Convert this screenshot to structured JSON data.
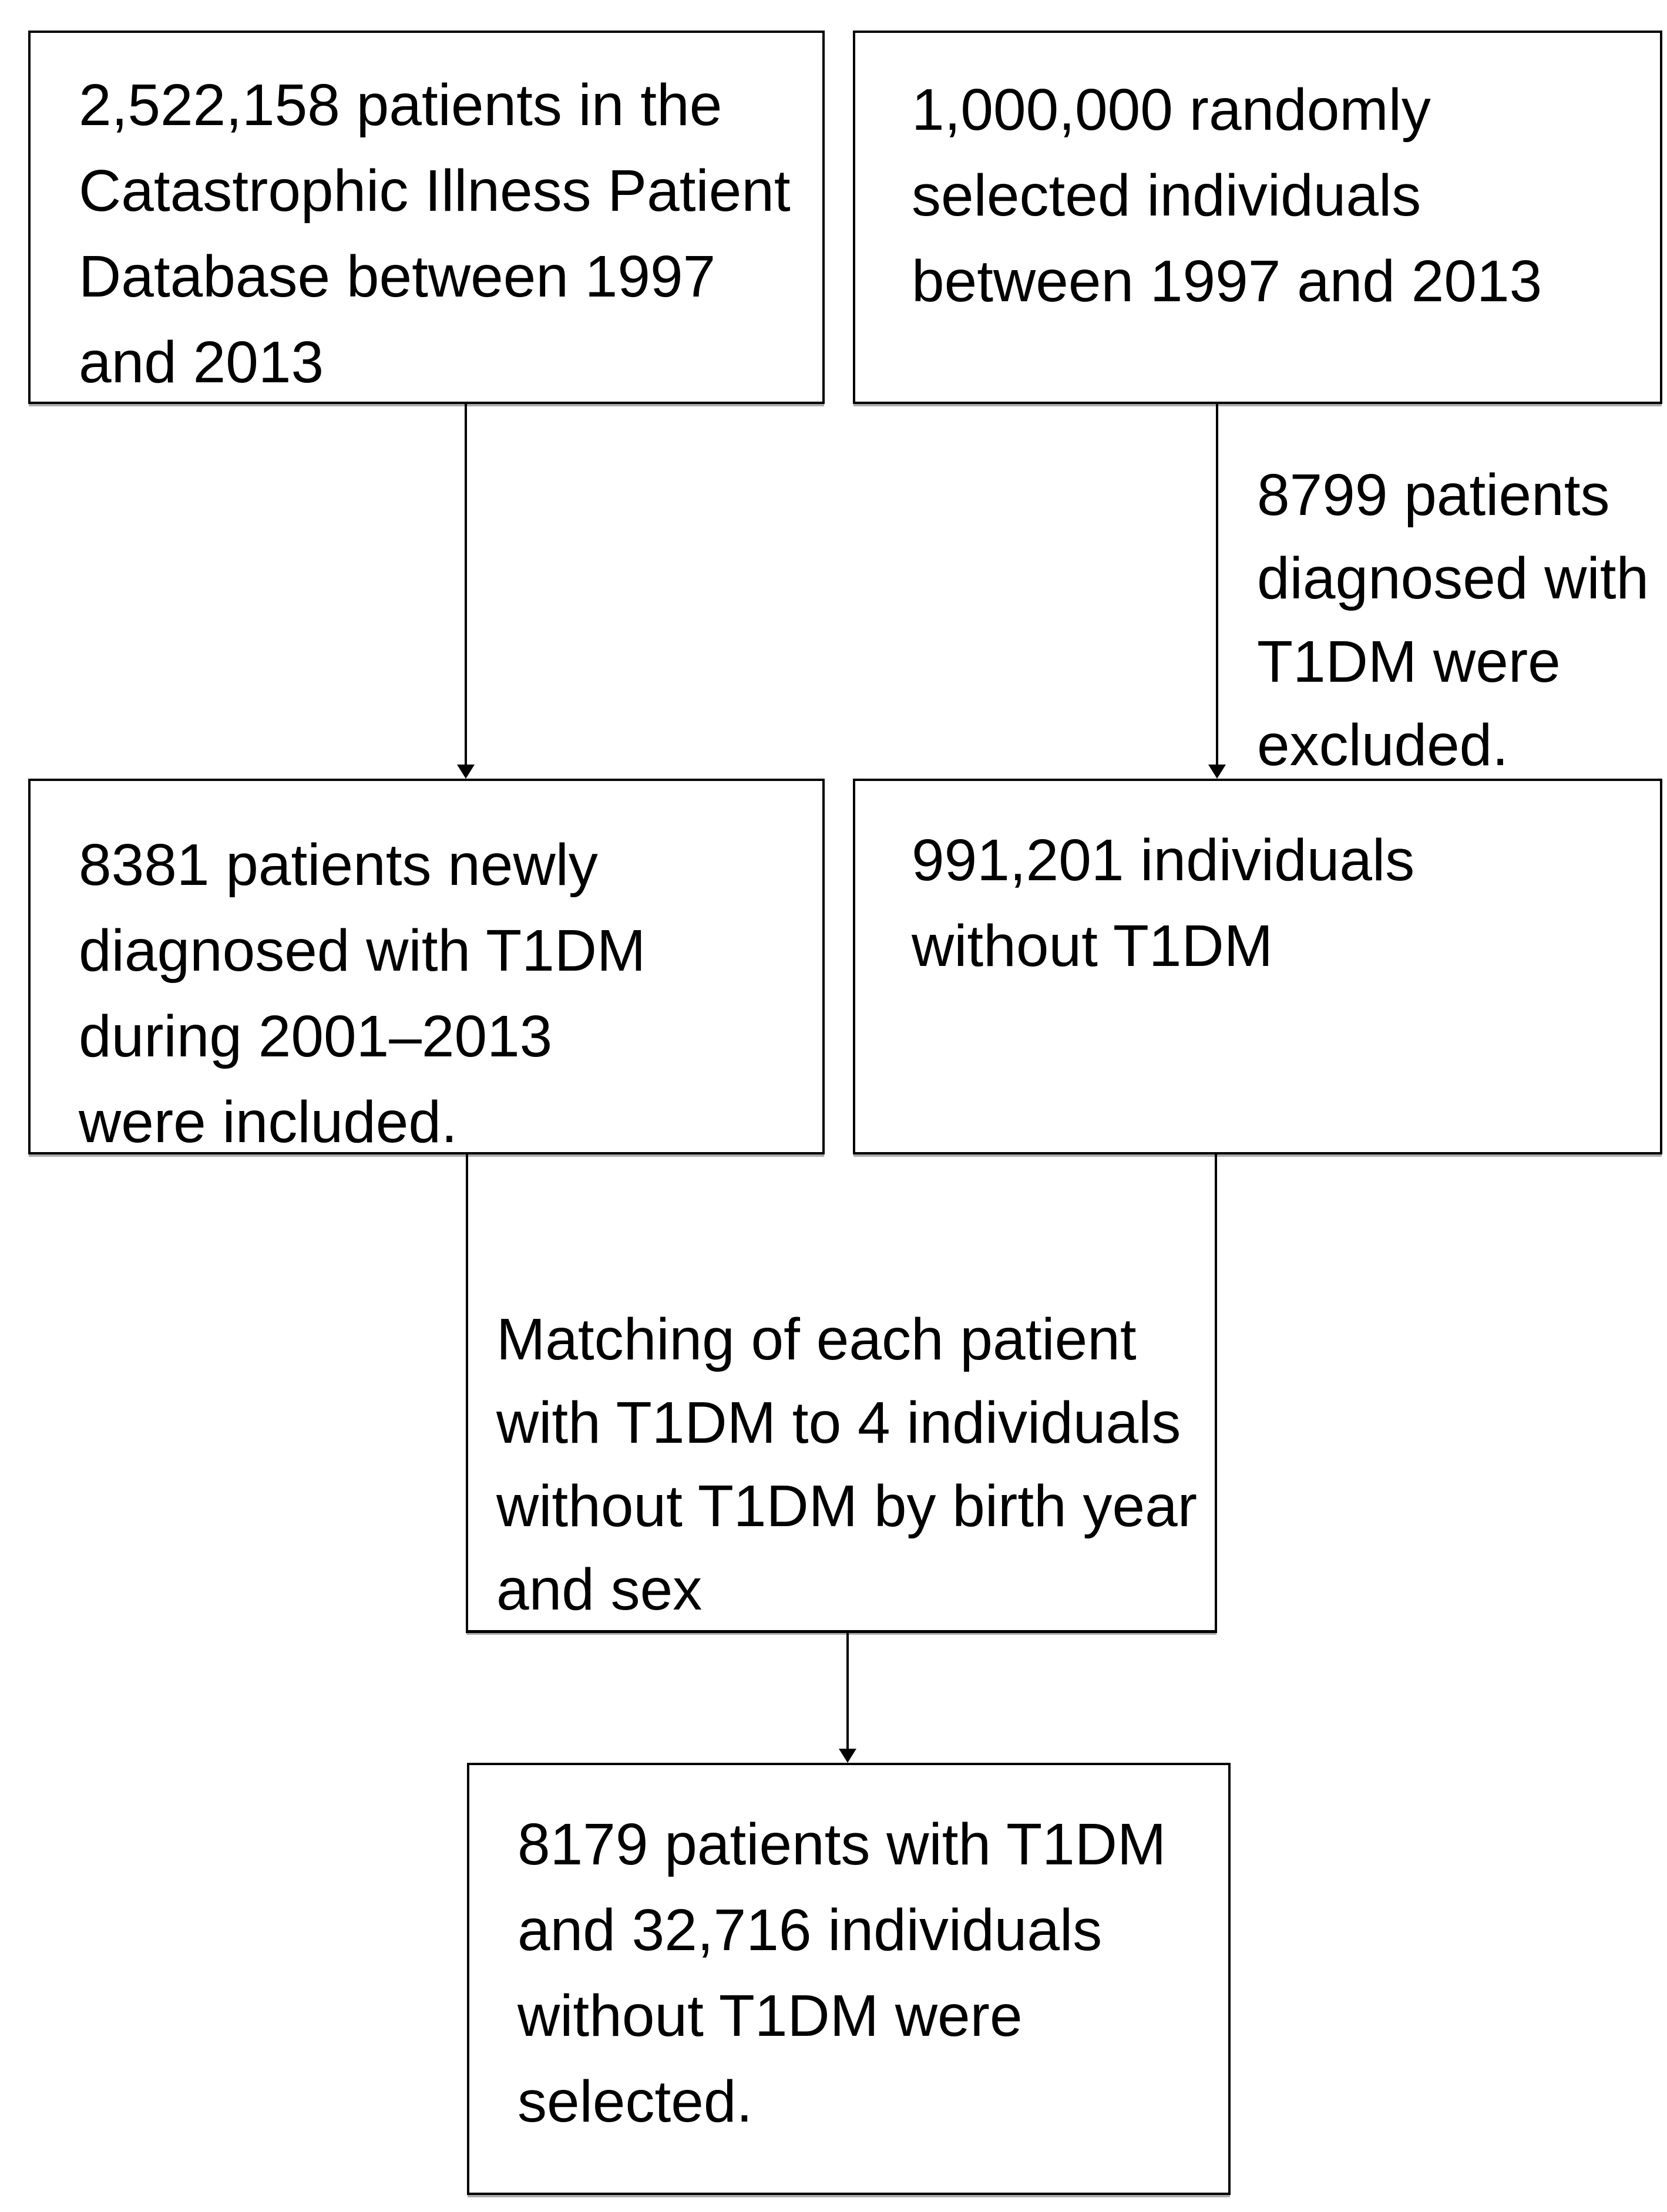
{
  "figure": {
    "type": "patient-selection-flowchart",
    "colors": {
      "background": "#ffffff",
      "border": "#000000",
      "text": "#000000",
      "shadow": "#ababab"
    },
    "nodes": {
      "source_cipd": {
        "text": "2,522,158 patients in the\nCatastrophic Illness Patient\nDatabase between 1997\nand 2013"
      },
      "source_random": {
        "text": "1,000,000 randomly\nselected individuals\nbetween 1997 and 2013"
      },
      "included_t1dm": {
        "text": "8381 patients newly\ndiagnosed with T1DM\nduring 2001–2013\nwere included."
      },
      "without_t1dm": {
        "text": "991,201 individuals\nwithout T1DM"
      },
      "matching": {
        "text": "Matching of each patient\nwith T1DM to 4 individuals\nwithout T1DM by birth year\nand sex"
      },
      "final_cohort": {
        "text": "8179 patients with T1DM\nand 32,716 individuals\nwithout T1DM were\nselected."
      }
    },
    "annotations": {
      "excluded": {
        "text": "8799 patients\ndiagnosed with\nT1DM were\nexcluded."
      }
    }
  }
}
